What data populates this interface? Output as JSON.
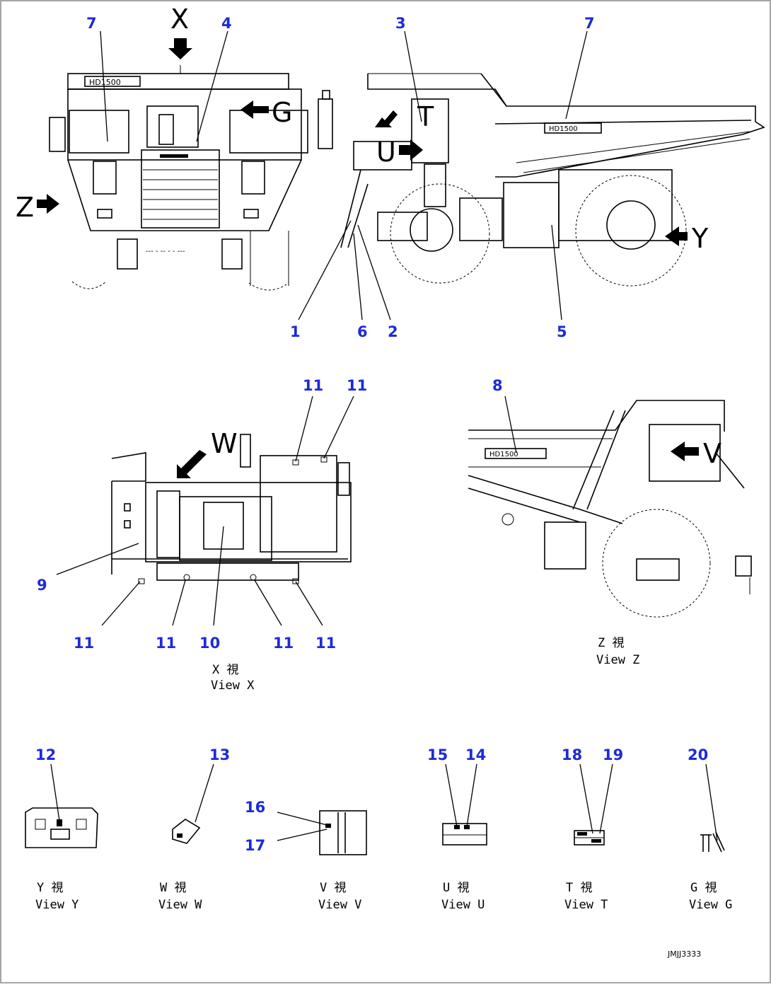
{
  "drawing": {
    "doc_code": "JMJJ3333",
    "direction_markers": {
      "X": "X",
      "Y": "Y",
      "Z": "Z",
      "G": "G",
      "U": "U",
      "T": "T",
      "W": "W",
      "V": "V"
    },
    "emblem_text": "HD1500",
    "callouts": {
      "c1": "1",
      "c2": "2",
      "c3": "3",
      "c4": "4",
      "c5": "5",
      "c6": "6",
      "c7a": "7",
      "c7b": "7",
      "c8": "8",
      "c9": "9",
      "c10": "10",
      "c11a": "11",
      "c11b": "11",
      "c11c": "11",
      "c11d": "11",
      "c11e": "11",
      "c11f": "11",
      "c12": "12",
      "c13": "13",
      "c14": "14",
      "c15": "15",
      "c16": "16",
      "c17": "17",
      "c18": "18",
      "c19": "19",
      "c20": "20"
    },
    "captions": {
      "view_x": {
        "jp": "X 視",
        "en": "View X"
      },
      "view_z": {
        "jp": "Z 視",
        "en": "View Z"
      },
      "view_y": {
        "jp": "Y 視",
        "en": "View Y"
      },
      "view_w": {
        "jp": "W 視",
        "en": "View W"
      },
      "view_v": {
        "jp": "V 視",
        "en": "View V"
      },
      "view_u": {
        "jp": "U 視",
        "en": "View U"
      },
      "view_t": {
        "jp": "T 視",
        "en": "View T"
      },
      "view_g": {
        "jp": "G 視",
        "en": "View G"
      }
    },
    "colors": {
      "callout": "#1e2ad8",
      "line": "#000000",
      "background": "#ffffff",
      "border": "#888888"
    }
  }
}
